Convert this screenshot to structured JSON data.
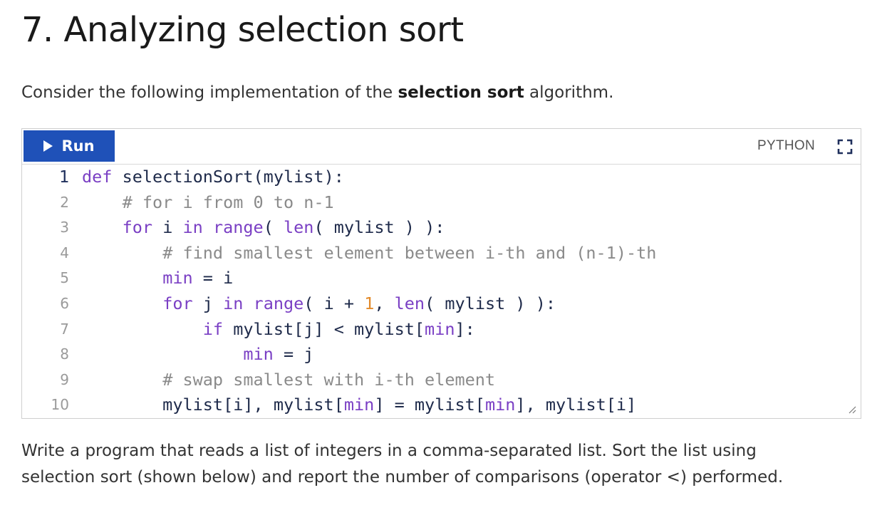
{
  "page": {
    "title": "7. Analyzing selection sort",
    "intro_prefix": "Consider the following implementation of the ",
    "intro_bold": "selection sort",
    "intro_suffix": " algorithm.",
    "description_line1": "Write a program that reads a list of integers in a comma-separated list. Sort the list using",
    "description_line2": "selection sort (shown below) and report the number of comparisons (operator <) performed."
  },
  "editor": {
    "run_label": "Run",
    "language": "PYTHON",
    "colors": {
      "run_button": "#1f51b8",
      "keyword": "#7a3fc4",
      "comment": "#8a8a8a",
      "number": "#e28a2b"
    },
    "lines": [
      {
        "num": "1",
        "tokens": [
          {
            "t": "kw",
            "v": "def"
          },
          {
            "t": "p",
            "v": " selectionSort(mylist):"
          }
        ]
      },
      {
        "num": "2",
        "tokens": [
          {
            "t": "p",
            "v": "    "
          },
          {
            "t": "cm",
            "v": "# for i from 0 to n-1"
          }
        ]
      },
      {
        "num": "3",
        "tokens": [
          {
            "t": "p",
            "v": "    "
          },
          {
            "t": "kw",
            "v": "for"
          },
          {
            "t": "p",
            "v": " i "
          },
          {
            "t": "kw",
            "v": "in"
          },
          {
            "t": "p",
            "v": " "
          },
          {
            "t": "kw",
            "v": "range"
          },
          {
            "t": "p",
            "v": "( "
          },
          {
            "t": "kw",
            "v": "len"
          },
          {
            "t": "p",
            "v": "( mylist ) ):"
          }
        ]
      },
      {
        "num": "4",
        "tokens": [
          {
            "t": "p",
            "v": "        "
          },
          {
            "t": "cm",
            "v": "# find smallest element between i-th and (n-1)-th"
          }
        ]
      },
      {
        "num": "5",
        "tokens": [
          {
            "t": "p",
            "v": "        "
          },
          {
            "t": "kw",
            "v": "min"
          },
          {
            "t": "p",
            "v": " = i"
          }
        ]
      },
      {
        "num": "6",
        "tokens": [
          {
            "t": "p",
            "v": "        "
          },
          {
            "t": "kw",
            "v": "for"
          },
          {
            "t": "p",
            "v": " j "
          },
          {
            "t": "kw",
            "v": "in"
          },
          {
            "t": "p",
            "v": " "
          },
          {
            "t": "kw",
            "v": "range"
          },
          {
            "t": "p",
            "v": "( i + "
          },
          {
            "t": "nm",
            "v": "1"
          },
          {
            "t": "p",
            "v": ", "
          },
          {
            "t": "kw",
            "v": "len"
          },
          {
            "t": "p",
            "v": "( mylist ) ):"
          }
        ]
      },
      {
        "num": "7",
        "tokens": [
          {
            "t": "p",
            "v": "            "
          },
          {
            "t": "kw",
            "v": "if"
          },
          {
            "t": "p",
            "v": " mylist[j] < mylist["
          },
          {
            "t": "kw",
            "v": "min"
          },
          {
            "t": "p",
            "v": "]:"
          }
        ]
      },
      {
        "num": "8",
        "tokens": [
          {
            "t": "p",
            "v": "                "
          },
          {
            "t": "kw",
            "v": "min"
          },
          {
            "t": "p",
            "v": " = j"
          }
        ]
      },
      {
        "num": "9",
        "tokens": [
          {
            "t": "p",
            "v": "        "
          },
          {
            "t": "cm",
            "v": "# swap smallest with i-th element"
          }
        ]
      },
      {
        "num": "10",
        "tokens": [
          {
            "t": "p",
            "v": "        mylist[i], mylist["
          },
          {
            "t": "kw",
            "v": "min"
          },
          {
            "t": "p",
            "v": "] = mylist["
          },
          {
            "t": "kw",
            "v": "min"
          },
          {
            "t": "p",
            "v": "], mylist[i]"
          }
        ]
      }
    ]
  }
}
